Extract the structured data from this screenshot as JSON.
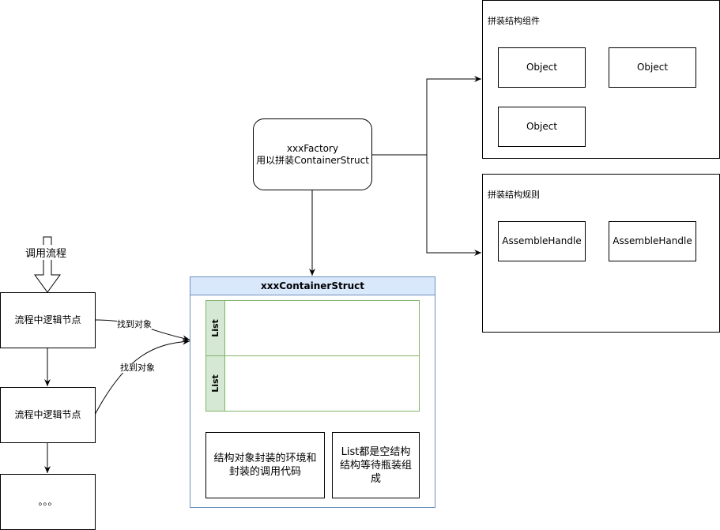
{
  "start_label": "调用流程",
  "flow": {
    "node1": "流程中逻辑节点",
    "node2": "流程中逻辑节点",
    "node3": "。。。",
    "edge1_label": "找到对象",
    "edge2_label": "找到对象"
  },
  "factory": {
    "line1": "xxxFactory",
    "line2": "用以拼装ContainerStruct"
  },
  "components_frame": {
    "title": "拼装结构组件",
    "objects": [
      "Object",
      "Object",
      "Object"
    ]
  },
  "rules_frame": {
    "title": "拼装结构规则",
    "handles": [
      "AssembleHandle",
      "AssembleHandle"
    ]
  },
  "container_struct": {
    "title": "xxxContainerStruct",
    "lists": [
      "List",
      "List"
    ],
    "note_left": "结构对象封装的环境和封装的调用代码",
    "note_right": "List都是空结构结构等待瓶装组成"
  },
  "colors": {
    "container_border": "#6c8ebf",
    "container_header": "#dae8fc",
    "list_border": "#82b366",
    "list_tab": "#d5e8d4"
  }
}
